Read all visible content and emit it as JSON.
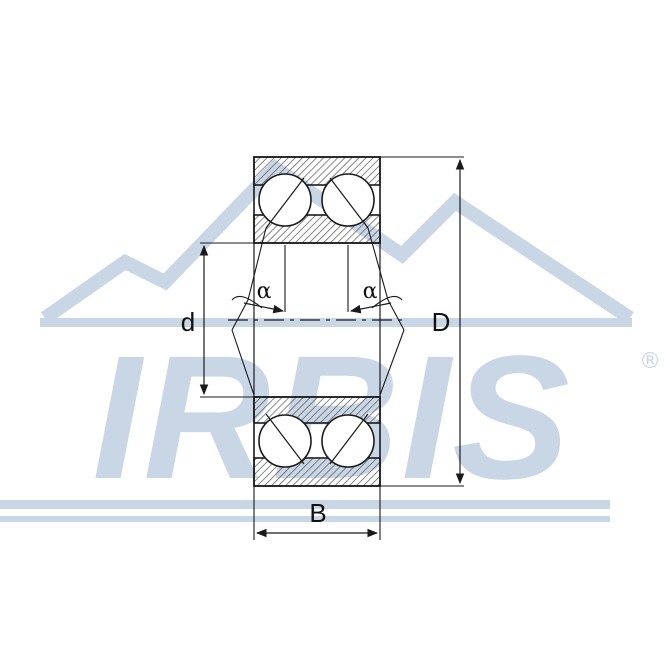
{
  "diagram": {
    "labels": {
      "alpha_left": "α",
      "alpha_right": "α",
      "inner_diameter": "d",
      "outer_diameter": "D",
      "width": "B"
    }
  },
  "watermark": {
    "brand": "IRBIS",
    "registered_mark": "®",
    "color": "#c9d6e6"
  },
  "colors": {
    "line": "#1a1a1a",
    "hatch": "#555555"
  }
}
